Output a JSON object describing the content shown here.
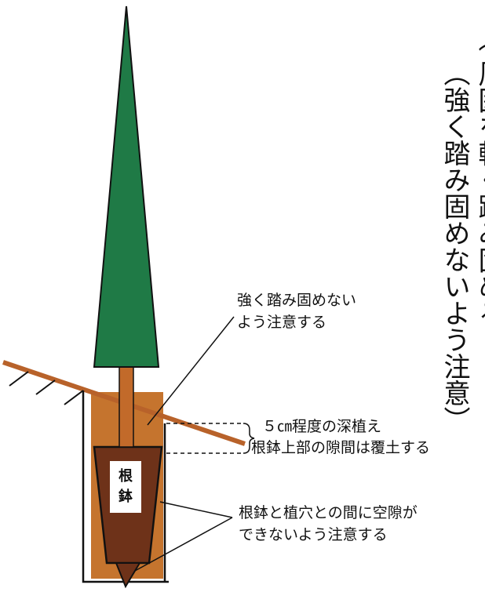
{
  "vertical_notes": {
    "col_right_partial": "（ 周囲を軽く踏み固める",
    "col_main": "（強く踏み固めないよう注意）"
  },
  "annotations": {
    "top_line1": "強く踏み固めない",
    "top_line2": "よう注意する",
    "middle_line1": "５㎝程度の深植え",
    "middle_line2": "根鉢上部の隙間は覆土する",
    "bottom_line1": "根鉢と植穴との間に空隙が",
    "bottom_line2": "できないよう注意する"
  },
  "root_ball": {
    "char1": "根",
    "char2": "鉢"
  },
  "colors": {
    "foliage": "#1f7a46",
    "trunk": "#c26a2a",
    "soil": "#c5742e",
    "root_ball": "#6e3219",
    "outline": "#111111"
  }
}
